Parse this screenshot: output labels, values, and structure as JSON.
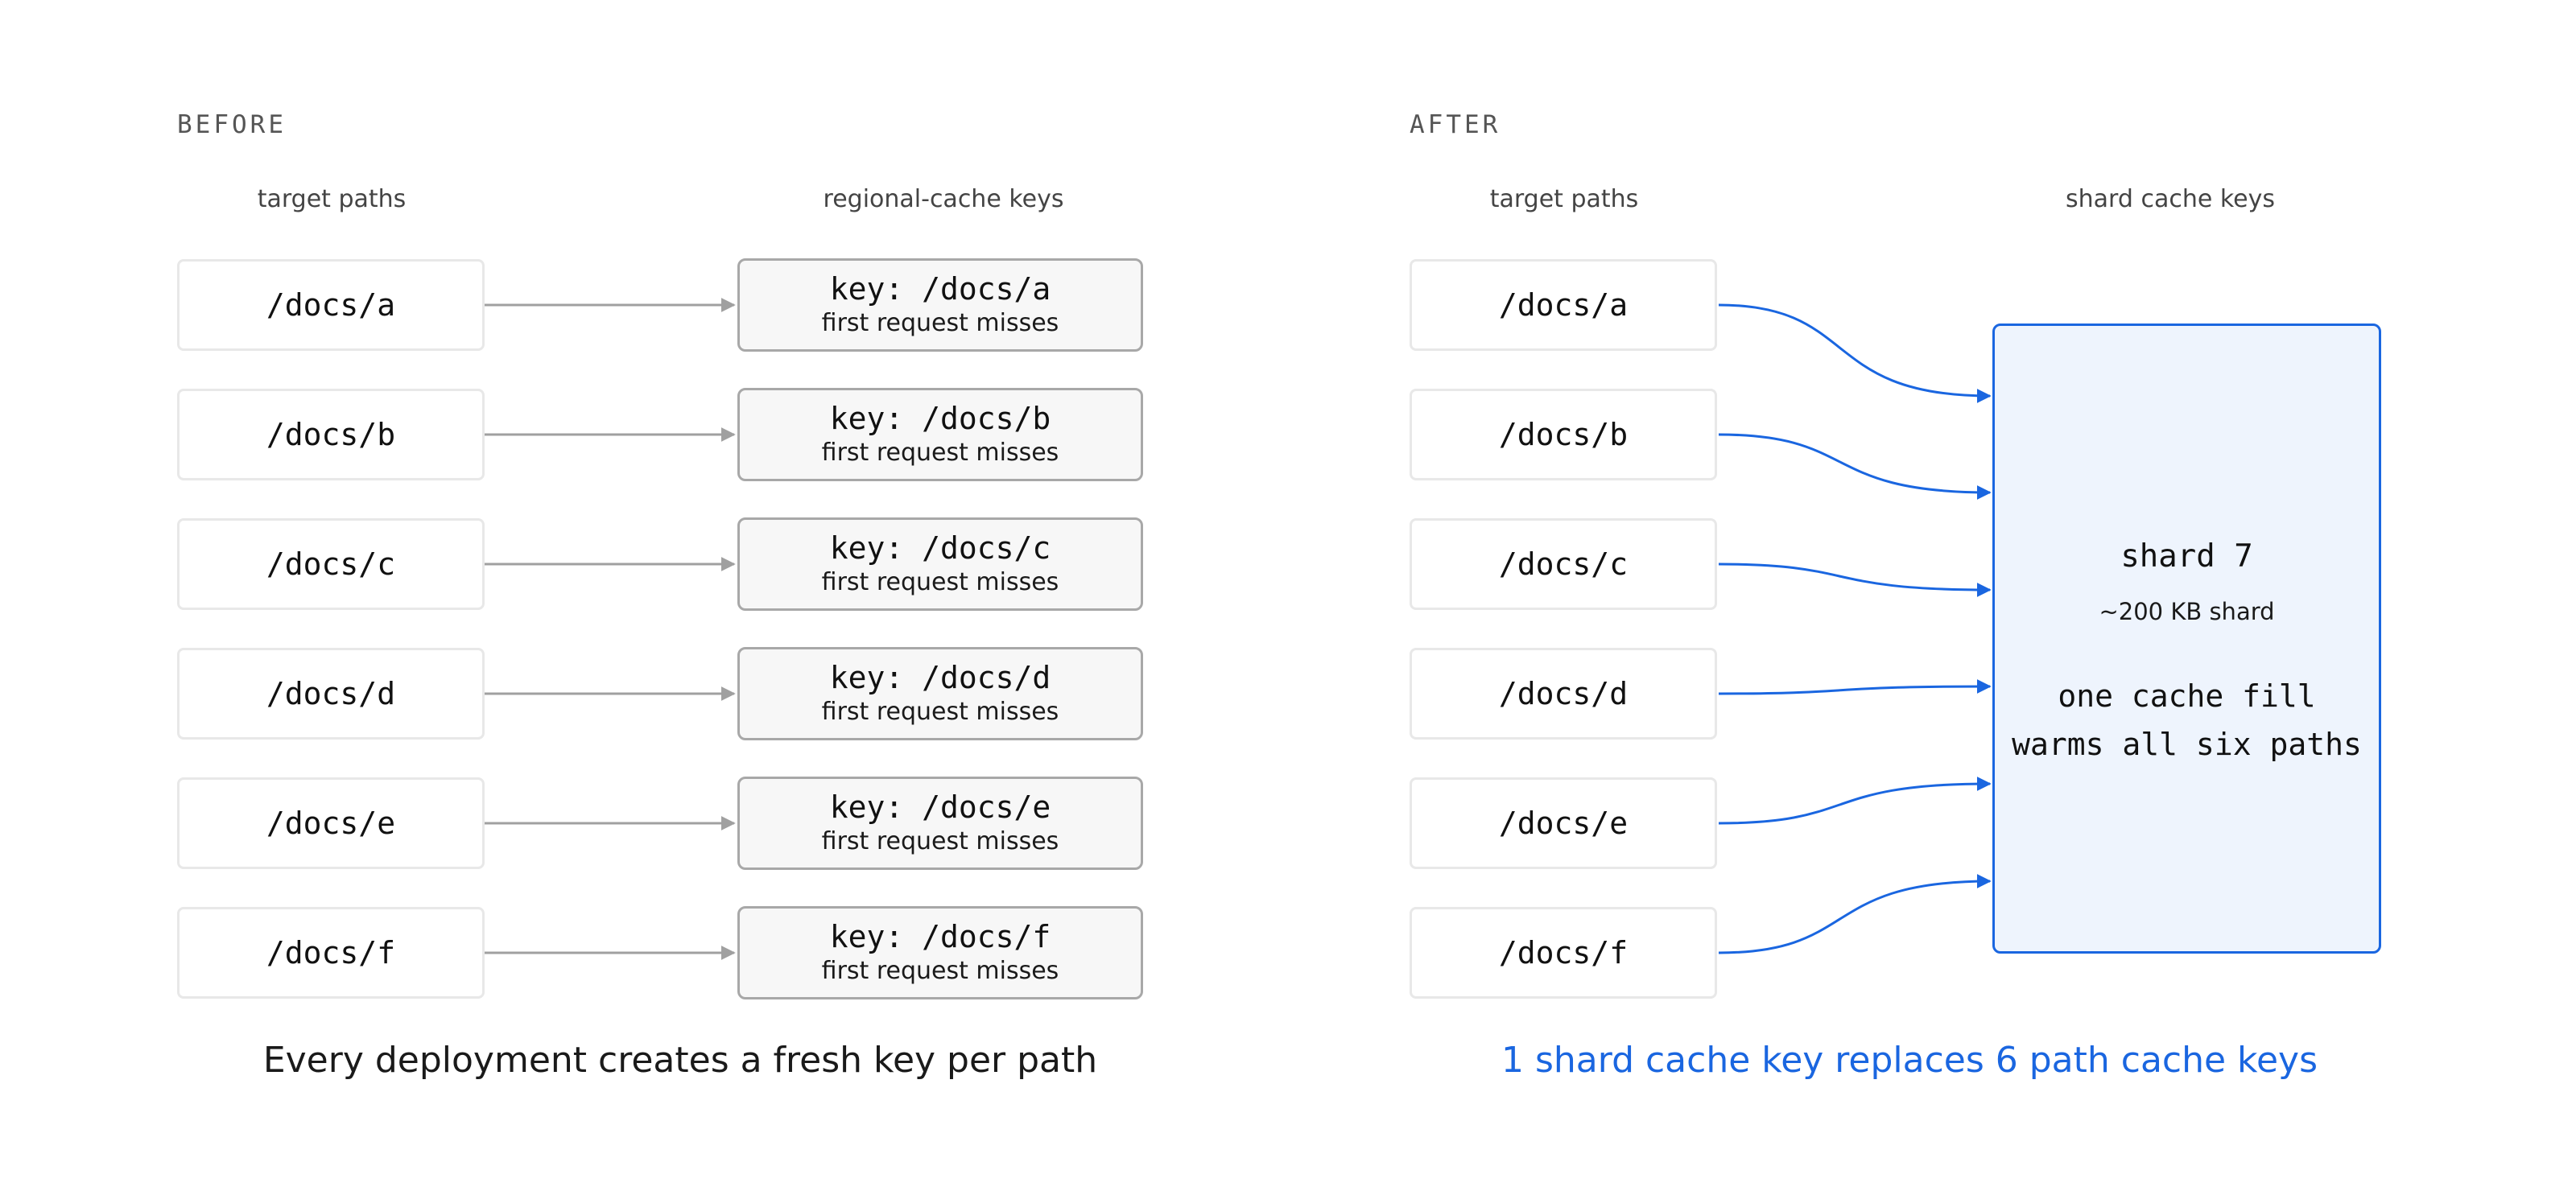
{
  "before": {
    "label": "BEFORE",
    "col_paths": "target paths",
    "col_keys": "regional-cache keys",
    "paths": [
      "/docs/a",
      "/docs/b",
      "/docs/c",
      "/docs/d",
      "/docs/e",
      "/docs/f"
    ],
    "keys": [
      {
        "key": "key: /docs/a",
        "note": "first request misses"
      },
      {
        "key": "key: /docs/b",
        "note": "first request misses"
      },
      {
        "key": "key: /docs/c",
        "note": "first request misses"
      },
      {
        "key": "key: /docs/d",
        "note": "first request misses"
      },
      {
        "key": "key: /docs/e",
        "note": "first request misses"
      },
      {
        "key": "key: /docs/f",
        "note": "first request misses"
      }
    ],
    "caption": "Every deployment creates a fresh key per path"
  },
  "after": {
    "label": "AFTER",
    "col_paths": "target paths",
    "col_keys": "shard cache keys",
    "paths": [
      "/docs/a",
      "/docs/b",
      "/docs/c",
      "/docs/d",
      "/docs/e",
      "/docs/f"
    ],
    "shard": {
      "title": "shard 7",
      "size": "~200 KB shard",
      "note_line1": "one cache fill",
      "note_line2": "warms all six paths"
    },
    "caption": "1 shard cache key replaces 6 path cache keys"
  },
  "colors": {
    "accent": "#1a66e0",
    "arrow_gray": "#a0a0a0",
    "caption_dark": "#1a1a1a"
  }
}
